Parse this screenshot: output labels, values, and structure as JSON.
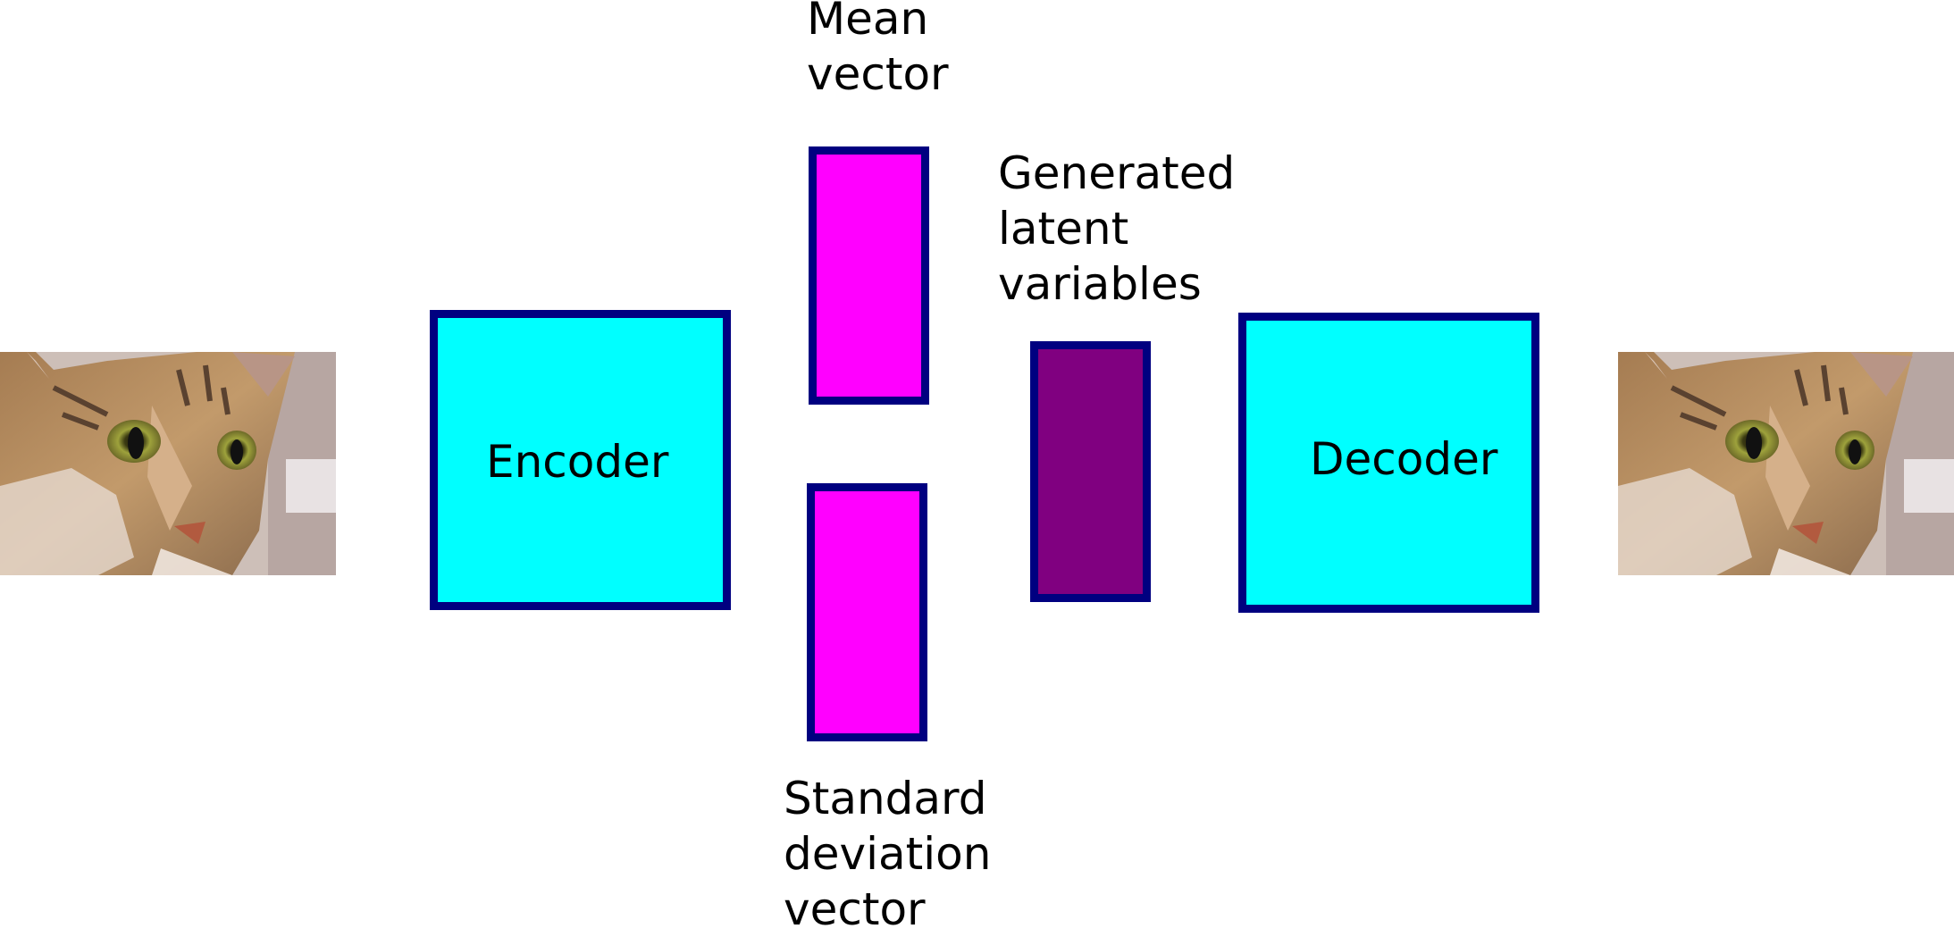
{
  "colors": {
    "block_fill": "#00ffff",
    "vector_fill": "#ff00ff",
    "latent_fill": "#800080",
    "border": "#000080"
  },
  "input_image": {
    "icon": "cat-photo"
  },
  "output_image": {
    "icon": "cat-photo"
  },
  "encoder": {
    "label": "Encoder"
  },
  "decoder": {
    "label": "Decoder"
  },
  "mean_vector": {
    "label_lines": [
      "Mean",
      "vector"
    ]
  },
  "std_vector": {
    "label_lines": [
      "Standard",
      "deviation",
      "vector"
    ]
  },
  "latent": {
    "label_lines": [
      "Generated",
      "latent",
      "variables"
    ]
  }
}
